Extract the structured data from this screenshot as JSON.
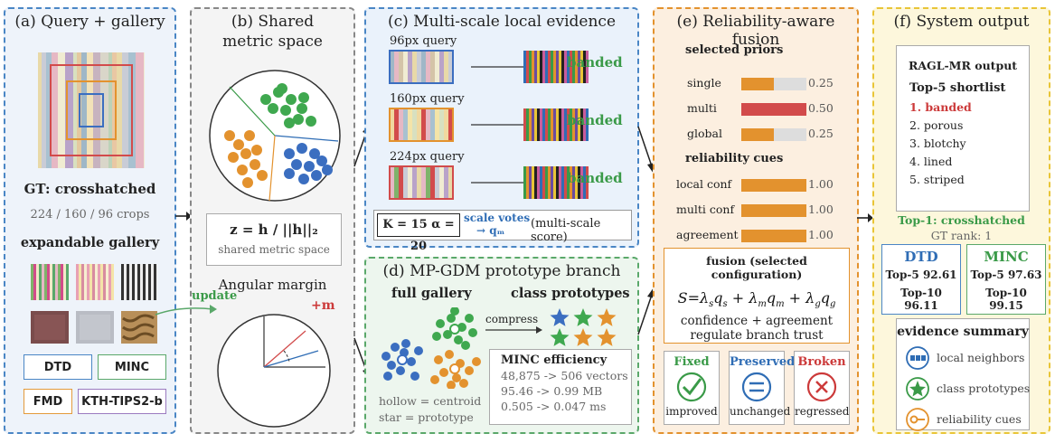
{
  "panel_a": {
    "title": "(a) Query + gallery",
    "gt_label": "GT: crosshatched",
    "crops": "224 / 160 / 96 crops",
    "gallery_label": "expandable gallery",
    "datasets": [
      "DTD",
      "MINC",
      "FMD",
      "KTH-TIPS2-b"
    ],
    "dataset_colors": [
      "#4a86c5",
      "#5aa86a",
      "#e39a3b",
      "#9b7ac0"
    ]
  },
  "panel_b": {
    "title_line1": "(b) Shared",
    "title_line2": "metric space",
    "formula": "z = h / ||h||₂",
    "formula_caption": "shared metric space",
    "margin_title": "Angular margin",
    "plus_m": "+m",
    "update": "update"
  },
  "panel_c": {
    "title": "(c) Multi-scale local evidence",
    "queries": [
      {
        "label": "96px query",
        "result": "banded"
      },
      {
        "label": "160px query",
        "result": "banded"
      },
      {
        "label": "224px query",
        "result": "banded"
      }
    ],
    "params": "K = 15 α = 20",
    "scale_votes": "scale votes",
    "qm": "→ qₘ",
    "score_note": "(multi-scale score)"
  },
  "panel_d": {
    "title": "(d) MP-GDM prototype branch",
    "full_gallery": "full gallery",
    "class_prototypes": "class prototypes",
    "compress": "compress",
    "legend_line1": "hollow = centroid",
    "legend_line2": "star = prototype",
    "efficiency_title": "MINC efficiency",
    "efficiency_rows": [
      "48,875 -> 506 vectors",
      "95.46 -> 0.99 MB",
      "0.505 -> 0.047 ms"
    ]
  },
  "panel_e": {
    "title": "(e) Reliability-aware fusion",
    "priors_title": "selected priors",
    "priors": [
      {
        "label": "single",
        "value": 0.25,
        "display": "0.25",
        "color": "#e3922e"
      },
      {
        "label": "multi",
        "value": 0.5,
        "display": "0.50",
        "color": "#d24b4b"
      },
      {
        "label": "global",
        "value": 0.25,
        "display": "0.25",
        "color": "#e3922e"
      }
    ],
    "cues_title": "reliability cues",
    "cues": [
      {
        "label": "local conf",
        "value": 1.0,
        "display": "1.00"
      },
      {
        "label": "multi conf",
        "value": 1.0,
        "display": "1.00"
      },
      {
        "label": "agreement",
        "value": 1.0,
        "display": "1.00"
      }
    ],
    "fusion_title": "fusion (selected configuration)",
    "fusion_line1": "confidence + agreement",
    "fusion_line2": "regulate branch trust",
    "outcomes": [
      {
        "title": "Fixed",
        "caption": "improved",
        "color": "#3a9a48"
      },
      {
        "title": "Preserved",
        "caption": "unchanged",
        "color": "#2f6db5"
      },
      {
        "title": "Broken",
        "caption": "regressed",
        "color": "#cc3a3a"
      }
    ]
  },
  "panel_f": {
    "title": "(f) System output",
    "output_title": "RAGL-MR output",
    "shortlist_title": "Top-5 shortlist",
    "shortlist": [
      "1. banded",
      "2. porous",
      "3. blotchy",
      "4. lined",
      "5. striped"
    ],
    "top1": "Top-1: crosshatched",
    "gt_rank": "GT rank: 1",
    "dtd": {
      "name": "DTD",
      "top5": "Top-5 92.61",
      "top10": "Top-10 96.11"
    },
    "minc": {
      "name": "MINC",
      "top5": "Top-5 97.63",
      "top10": "Top-10 99.15"
    },
    "evidence_title": "evidence summary",
    "evidence": [
      "local neighbors",
      "class prototypes",
      "reliability cues"
    ]
  }
}
